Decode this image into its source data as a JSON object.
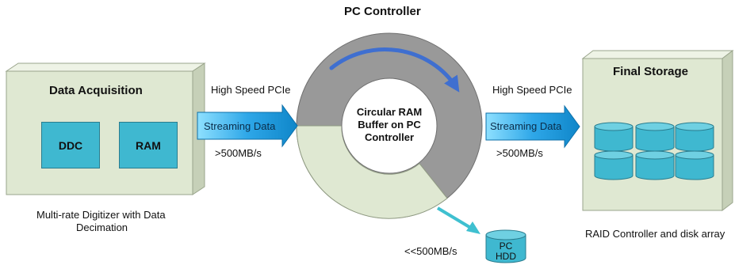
{
  "title": "PC Controller",
  "acquisition": {
    "title": "Data Acquisition",
    "modules": [
      "DDC",
      "RAM"
    ],
    "caption_lines": [
      "Multi-rate Digitizer with Data",
      "Decimation"
    ]
  },
  "left_link": {
    "top_label": "High Speed PCIe",
    "arrow_label": "Streaming Data",
    "bottom_label": ">500MB/s"
  },
  "buffer": {
    "lines": [
      "Circular RAM",
      "Buffer on PC",
      "Controller"
    ]
  },
  "right_link": {
    "top_label": "High Speed PCIe",
    "arrow_label": "Streaming Data",
    "bottom_label": ">500MB/s"
  },
  "storage": {
    "title": "Final Storage",
    "caption": "RAID Controller and disk array"
  },
  "hdd": {
    "lines": [
      "PC",
      "HDD"
    ],
    "rate_label": "<<500MB/s"
  },
  "colors": {
    "box_face": "#dfe8d2",
    "box_edge": "#b9c4ab",
    "cyan": "#3fb8d0",
    "ring_dark": "#999999",
    "ring_light": "#dfe8d2",
    "rotation_arrow": "#3f6fd0"
  },
  "icons": {
    "rotation": "circular-arrow-icon",
    "disk": "disk-cylinder-icon"
  }
}
